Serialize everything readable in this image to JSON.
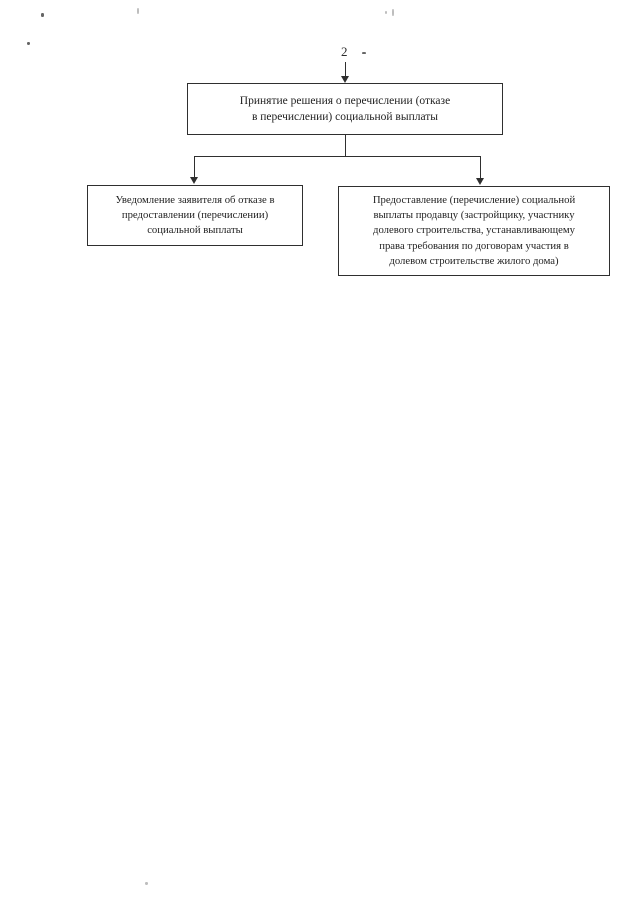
{
  "document": {
    "page_number": "2",
    "language": "ru"
  },
  "diagram": {
    "type": "flowchart",
    "nodes": [
      {
        "id": "decision",
        "name": "decision-node",
        "text": "Принятие решения о перечислении (отказе\nв перечислении) социальной выплаты"
      },
      {
        "id": "refusal",
        "name": "refusal-node",
        "text": "Уведомление заявителя об отказе в\nпредоставлении (перечислении)\nсоциальной выплаты"
      },
      {
        "id": "payment",
        "name": "payment-node",
        "text": "Предоставление (перечисление) социальной\nвыплаты продавцу (застройщику, участнику\nдолевого строительства, устанавливающему\nправа требования по договорам участия в\nдолевом строительстве жилого дома)"
      }
    ],
    "edges": [
      {
        "from": "page-top",
        "to": "decision"
      },
      {
        "from": "decision",
        "to": "refusal"
      },
      {
        "from": "decision",
        "to": "payment"
      }
    ]
  },
  "style": {
    "ink_color": "#2f2f2f",
    "text_color": "#1f1f1f",
    "paper_color": "#ffffff"
  }
}
